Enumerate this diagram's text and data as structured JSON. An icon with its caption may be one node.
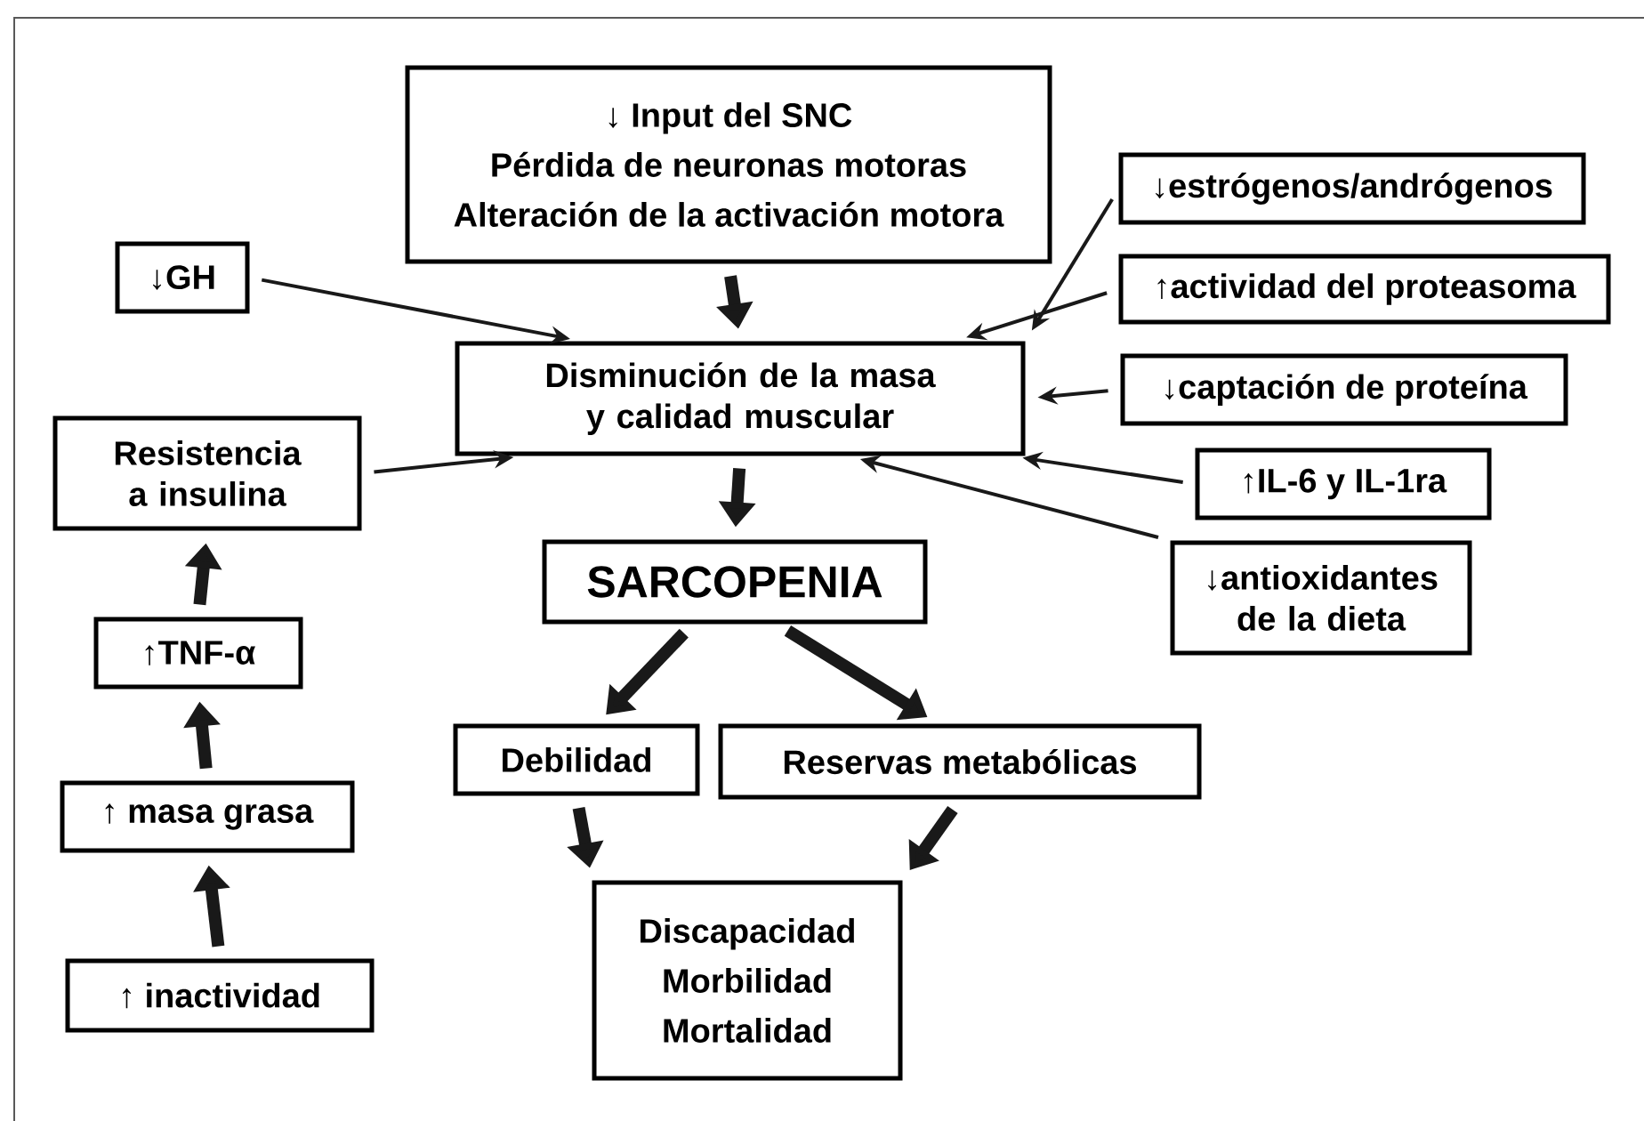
{
  "diagram": {
    "nodes": [
      {
        "text": [
          "↓ Input del SNC",
          "Pérdida de neuronas motoras",
          "Alteración de la activación motora"
        ]
      },
      {
        "text": [
          "↓GH"
        ]
      },
      {
        "text": [
          "Disminución de la masa y calidad muscular"
        ]
      },
      {
        "text": [
          "↓estrógenos/andrógenos"
        ]
      },
      {
        "text": [
          "↑actividad del proteasoma"
        ]
      },
      {
        "text": [
          "↓captación de proteína"
        ]
      },
      {
        "text": [
          "↑IL-6 y IL-1ra"
        ]
      },
      {
        "text": [
          "↓antioxidantes de la dieta"
        ]
      },
      {
        "text": [
          "Resistencia a insulina"
        ]
      },
      {
        "text": [
          "↑TNF-α"
        ]
      },
      {
        "text": [
          "↑ masa grasa"
        ]
      },
      {
        "text": [
          "↑ inactividad"
        ]
      },
      {
        "text": [
          "SARCOPENIA"
        ]
      },
      {
        "text": [
          "Debilidad"
        ]
      },
      {
        "text": [
          "Reservas metabólicas"
        ]
      },
      {
        "text": [
          "Discapacidad",
          "Morbilidad",
          "Mortalidad"
        ]
      }
    ],
    "edges": [
      {
        "from": 0,
        "to": 2,
        "arrow": "to"
      },
      {
        "from": 1,
        "to": 2,
        "arrow": "to"
      },
      {
        "from": 3,
        "to": 2,
        "arrow": "to"
      },
      {
        "from": 4,
        "to": 2,
        "arrow": "to"
      },
      {
        "from": 5,
        "to": 2,
        "arrow": "to"
      },
      {
        "from": 6,
        "to": 2,
        "arrow": "to"
      },
      {
        "from": 7,
        "to": 2,
        "arrow": "to"
      },
      {
        "from": 8,
        "to": 2,
        "arrow": "to"
      },
      {
        "from": 9,
        "to": 8,
        "arrow": "to"
      },
      {
        "from": 10,
        "to": 9,
        "arrow": "to"
      },
      {
        "from": 11,
        "to": 10,
        "arrow": "to"
      },
      {
        "from": 2,
        "to": 12,
        "arrow": "to"
      },
      {
        "from": 12,
        "to": 13,
        "arrow": "to"
      },
      {
        "from": 12,
        "to": 14,
        "arrow": "to"
      },
      {
        "from": 13,
        "to": 15,
        "arrow": "to"
      },
      {
        "from": 14,
        "to": 15,
        "arrow": "to"
      }
    ]
  }
}
